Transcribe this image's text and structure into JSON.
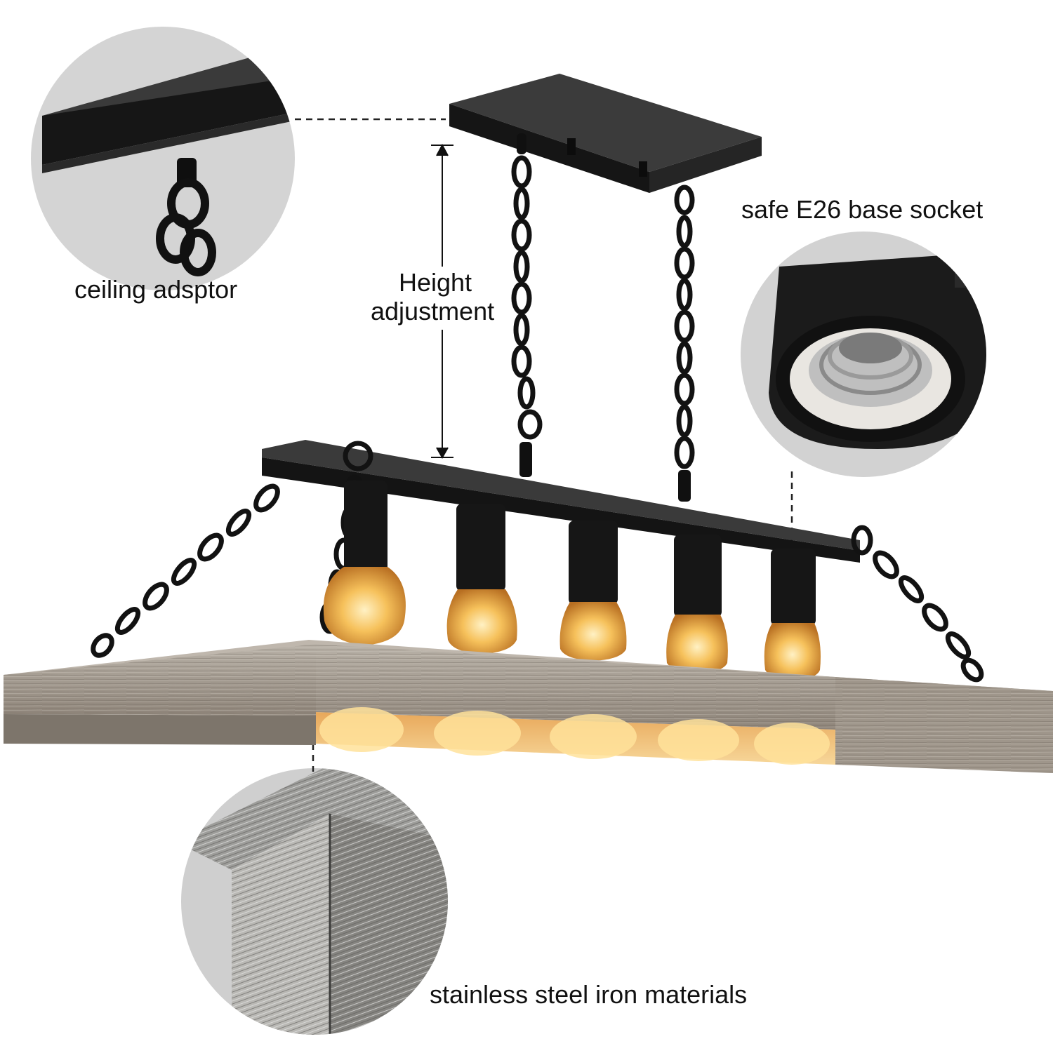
{
  "callouts": {
    "ceiling": "ceiling adsptor",
    "height_line1": "Height",
    "height_line2": "adjustment",
    "socket": "safe E26 base socket",
    "material": "stainless steel iron materials"
  },
  "product": {
    "bulb_count": 5,
    "colors": {
      "metal": "#1a1a1a",
      "wood": "#a59c91",
      "bulb_glow": "#f3b64e",
      "detail_circle_bg": "#cfcfcf"
    },
    "icons": [
      "ceiling-canopy-detail",
      "e26-socket-detail",
      "wood-corner-detail"
    ]
  }
}
